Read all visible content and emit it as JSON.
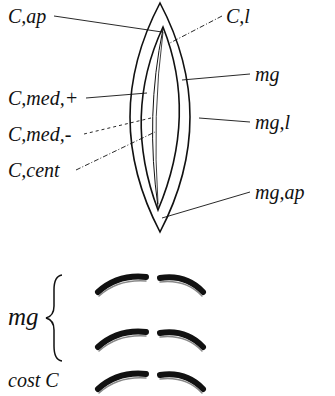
{
  "diagram": {
    "labels": [
      "C,ap",
      "C,med,+",
      "C,med,-",
      "C,cent",
      "C,l",
      "mg",
      "mg,l",
      "mg,ap",
      "mg",
      "cost C"
    ]
  }
}
